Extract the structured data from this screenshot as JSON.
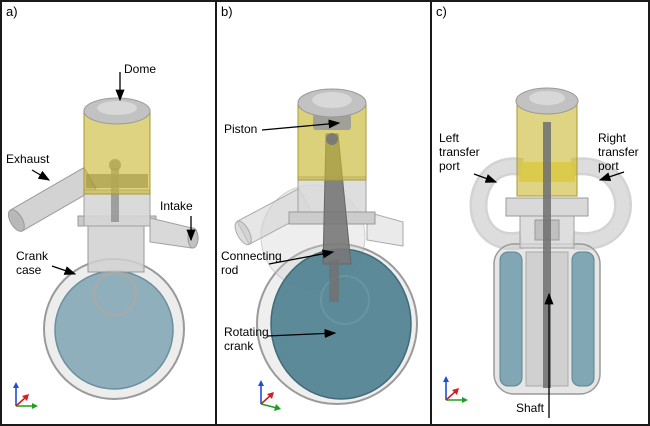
{
  "figure": {
    "panels": [
      {
        "label": "a)",
        "annotations": {
          "dome": "Dome",
          "exhaust": "Exhaust",
          "intake": "Intake",
          "crank_case": "Crank case"
        }
      },
      {
        "label": "b)",
        "annotations": {
          "piston": "Piston",
          "connecting_rod": "Connecting rod",
          "rotating_crank": "Rotating crank"
        }
      },
      {
        "label": "c)",
        "annotations": {
          "left_transfer_port": "Left transfer port",
          "right_transfer_port": "Right transfer port",
          "shaft": "Shaft"
        }
      }
    ],
    "colors": {
      "cylinder_yellow": "#c8b832",
      "crank_teal": "#6e9aaa",
      "crank_teal_dark": "#4f8191",
      "metal_gray": "#cfcfcf",
      "annotation": "#000000"
    }
  }
}
